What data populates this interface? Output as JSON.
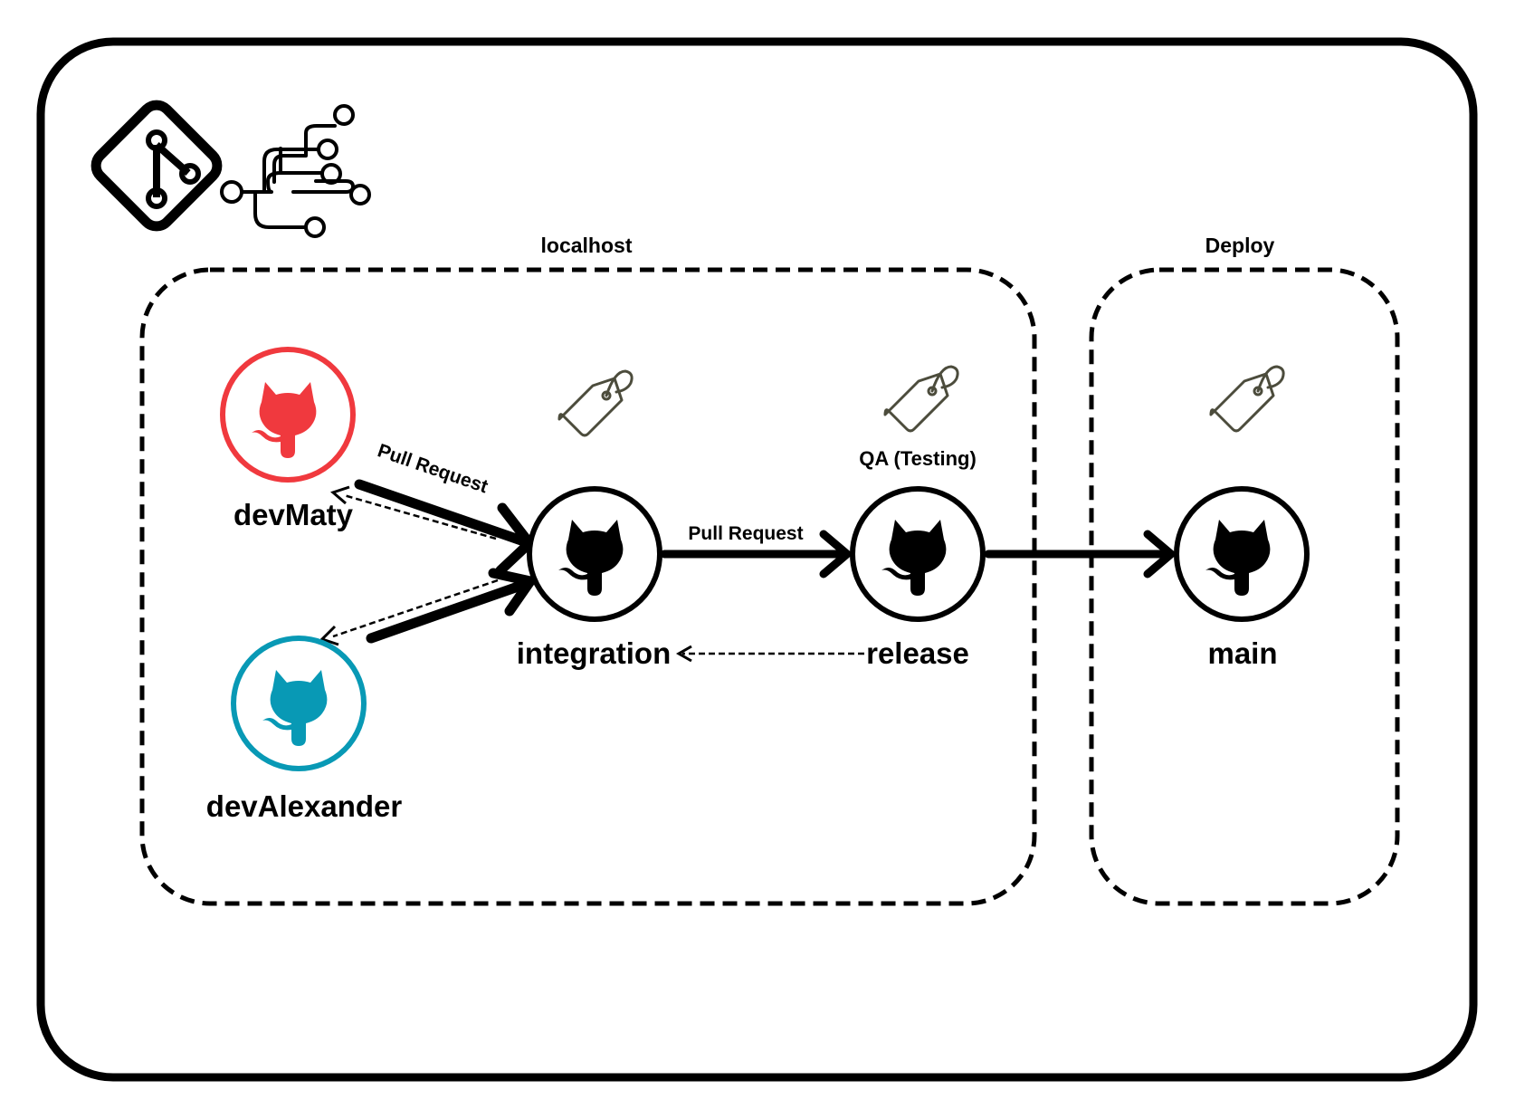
{
  "regions": {
    "localhost": "localhost",
    "deploy": "Deploy"
  },
  "nodes": {
    "dev_maty": {
      "label": "devMaty",
      "color": "#f0393e"
    },
    "dev_alexander": {
      "label": "devAlexander",
      "color": "#0899b5"
    },
    "integration": {
      "label": "integration",
      "color": "#000000"
    },
    "release": {
      "label": "release",
      "color": "#000000",
      "annotation": "QA (Testing)"
    },
    "main": {
      "label": "main",
      "color": "#000000"
    }
  },
  "edges": {
    "pr_maty_integration": "Pull Request",
    "pr_integration_release": "Pull Request"
  },
  "icons": {
    "git": "git-logo-icon",
    "branch": "git-branch-network-icon",
    "node": "github-octocat-icon",
    "tag": "tag-icon"
  }
}
